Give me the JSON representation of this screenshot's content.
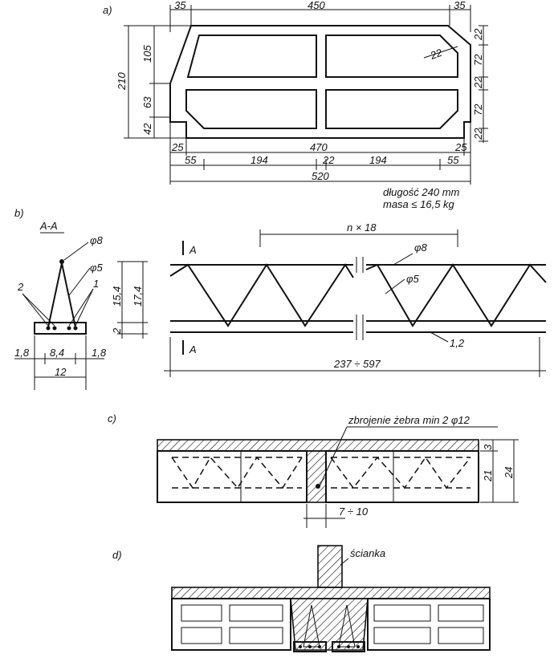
{
  "panel_a": {
    "label": "a)",
    "top_dims": [
      "35",
      "450",
      "35"
    ],
    "left_dims": [
      "210",
      "105",
      "63",
      "42"
    ],
    "right_dims": [
      "22",
      "72",
      "22",
      "72",
      "22"
    ],
    "web_dim": "22",
    "bottom_row1": [
      "25",
      "470",
      "25"
    ],
    "bottom_row2": [
      "55",
      "194",
      "22",
      "194",
      "55"
    ],
    "bottom_total": "520",
    "note_length": "długość 240 mm",
    "note_mass": "masa ≤ 16,5 kg"
  },
  "panel_b": {
    "label": "b)",
    "section_title": "A-A",
    "rod_top": "φ8",
    "rod_diag": "φ5",
    "marker_2": "2",
    "marker_1": "1",
    "dims_vertical": [
      "15,4",
      "17,4",
      "2"
    ],
    "dims_bottom": [
      "1,8",
      "8,4",
      "1,8"
    ],
    "dim_width": "12",
    "spacing": "n × 18",
    "elev_rod_top": "φ8",
    "elev_rod_diag": "φ5",
    "section_mark": "A",
    "bottom_mark": "1,2",
    "span": "237 ÷ 597"
  },
  "panel_c": {
    "label": "c)",
    "callout": "zbrojenie żebra min 2 φ12",
    "dims_right": [
      "3",
      "21",
      "24"
    ],
    "rib_width": "7 ÷ 10"
  },
  "panel_d": {
    "label": "d)",
    "callout": "ścianka"
  }
}
